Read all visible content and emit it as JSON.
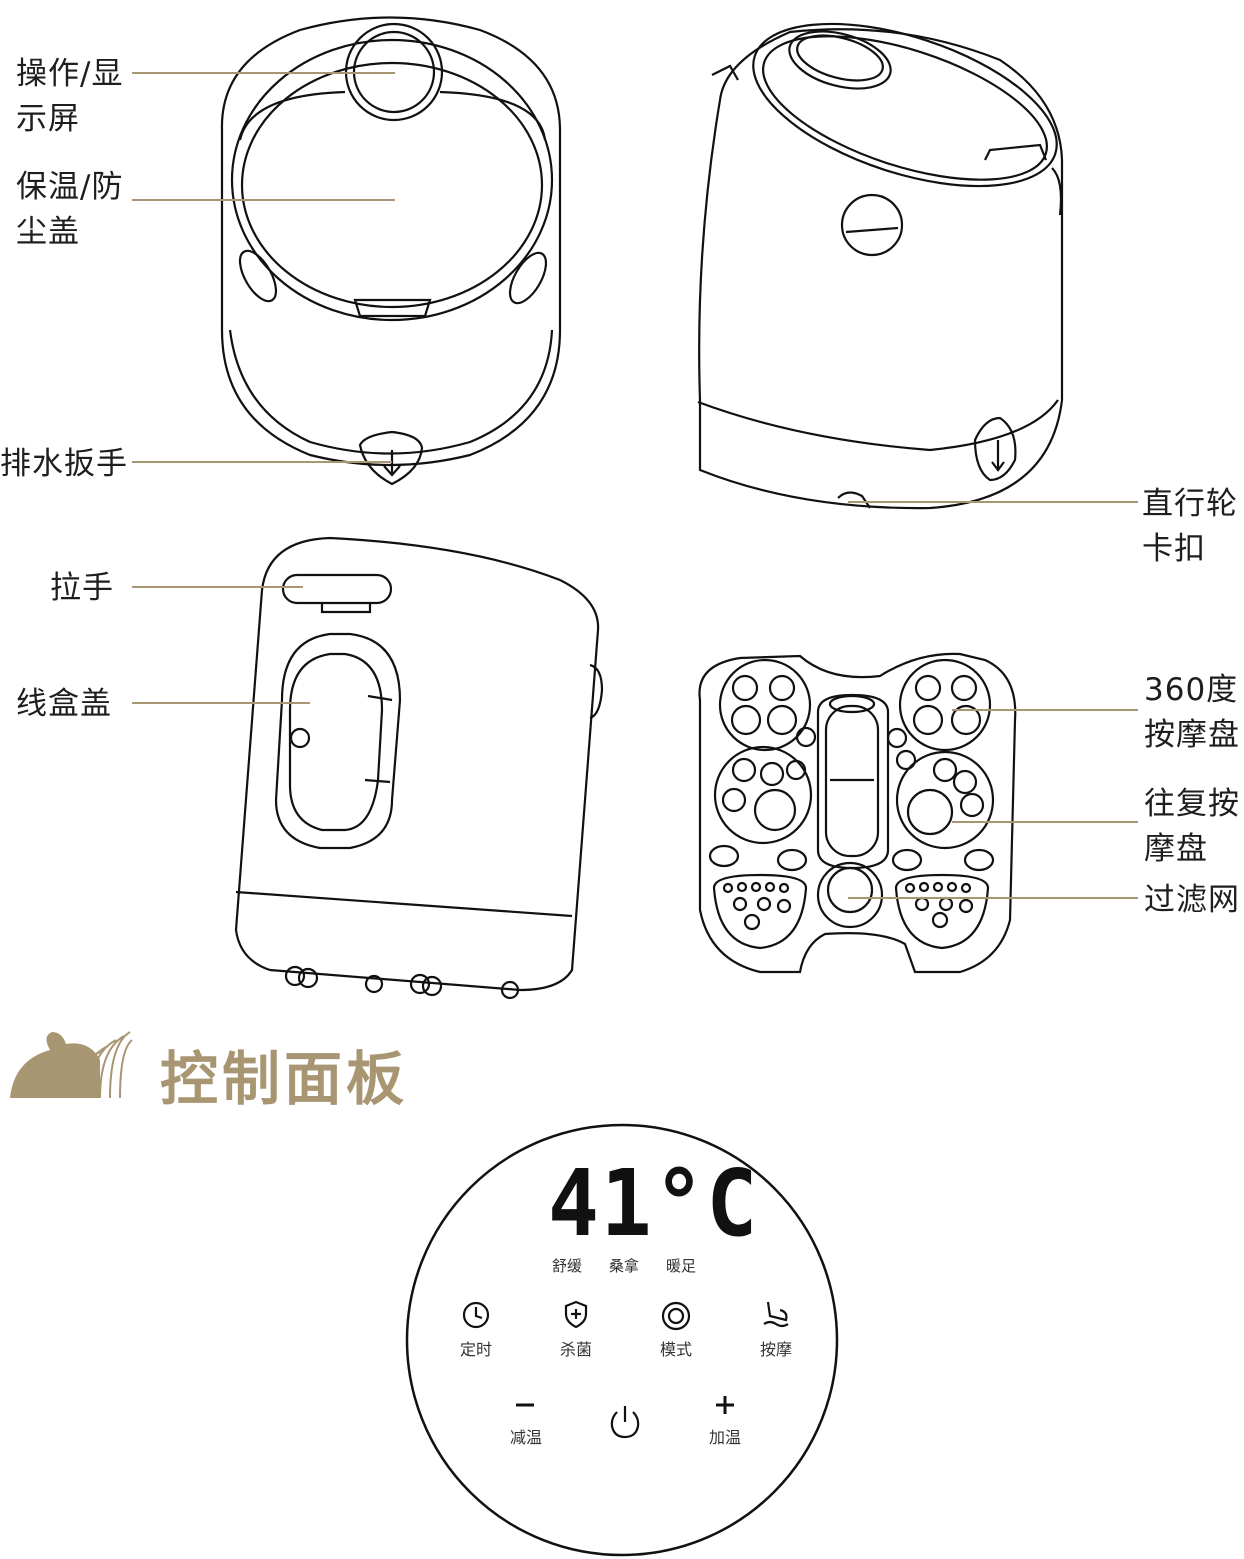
{
  "labels": {
    "display": [
      "操作/显",
      "示屏"
    ],
    "lid": [
      "保温/防",
      "尘盖"
    ],
    "drain": [
      "排水扳手"
    ],
    "wheel": [
      "直行轮",
      "卡扣"
    ],
    "handle": [
      "拉手"
    ],
    "cable_box": [
      "线盒盖"
    ],
    "massage_360": [
      "360度",
      "按摩盘"
    ],
    "massage_reciprocating": [
      "往复按",
      "摩盘"
    ],
    "filter": [
      "过滤网"
    ]
  },
  "section": {
    "title": "控制面板"
  },
  "panel": {
    "temperature": "41°C",
    "modes": [
      "舒缓",
      "桑拿",
      "暖足"
    ],
    "buttons": [
      {
        "icon": "clock-icon",
        "label": "定时"
      },
      {
        "icon": "shield-plus-icon",
        "label": "杀菌"
      },
      {
        "icon": "mode-circle-icon",
        "label": "模式"
      },
      {
        "icon": "foot-icon",
        "label": "按摩"
      }
    ],
    "bottom": {
      "minus_label": "减温",
      "plus_label": "加温",
      "power_icon": "power-icon"
    }
  },
  "colors": {
    "leader": "#a89673",
    "accent": "#a89673",
    "line": "#111111"
  }
}
